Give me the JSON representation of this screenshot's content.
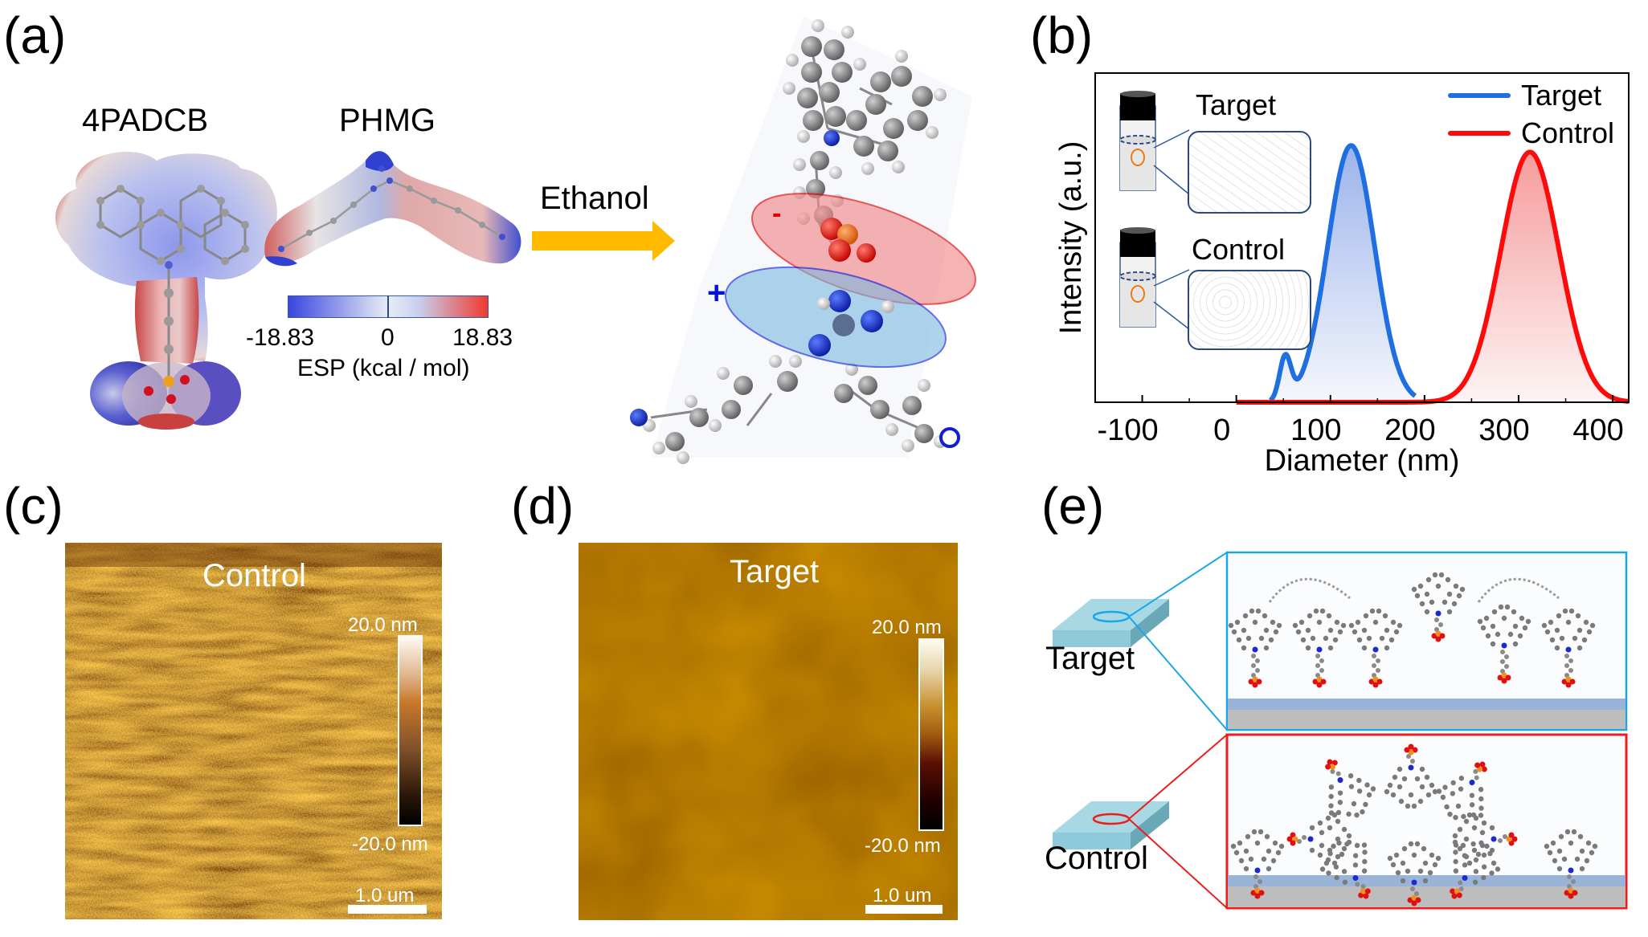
{
  "panels": {
    "a": {
      "label": "(a)",
      "molecule1": "4PADCB",
      "molecule2": "PHMG",
      "colorbar": {
        "min": "-18.83",
        "mid": "0",
        "max": "18.83",
        "title": "ESP (kcal / mol)",
        "low_color": "#3a46e0",
        "mid_color": "#e8ecf6",
        "high_color": "#f03a2e"
      },
      "arrow_label": "Ethanol",
      "arrow_color": "#ffba00",
      "neg_sign": "-",
      "pos_sign": "+",
      "neg_color": "#f4a0a0",
      "pos_color": "#9cc8e8"
    },
    "b": {
      "label": "(b)",
      "inset_target": "Target",
      "inset_control": "Control"
    },
    "c": {
      "label": "(c)",
      "title": "Control",
      "scale_max": "20.0 nm",
      "scale_min": "-20.0 nm",
      "scalebar": "1.0 um"
    },
    "d": {
      "label": "(d)",
      "title": "Target",
      "scale_max": "20.0 nm",
      "scale_min": "-20.0 nm",
      "scalebar": "1.0 um"
    },
    "e": {
      "label": "(e)",
      "target_label": "Target",
      "control_label": "Control",
      "target_color": "#1aa7e8",
      "control_color": "#ee1c1c"
    }
  },
  "chart_data": {
    "type": "line",
    "title": "",
    "xlabel": "Diameter (nm)",
    "ylabel": "Intensity (a.u.)",
    "xlim": [
      -150,
      417
    ],
    "ylim": [
      0,
      1
    ],
    "xticks": [
      -100,
      0,
      100,
      200,
      300,
      400
    ],
    "xtick_labels": [
      "-100",
      "0",
      "100",
      "200",
      "300",
      "400"
    ],
    "grid": false,
    "legend_position": "top-right",
    "series": [
      {
        "name": "Target",
        "color": "#1f6fe0",
        "peaks": [
          {
            "center": 52,
            "height": 0.13,
            "sigma": 6
          },
          {
            "center": 122,
            "height": 0.78,
            "sigma": 25
          }
        ],
        "range": [
          36,
          190
        ]
      },
      {
        "name": "Control",
        "color": "#ff0a0a",
        "peaks": [
          {
            "center": 312,
            "height": 0.76,
            "sigma": 31
          }
        ],
        "range": [
          0,
          417
        ]
      }
    ]
  }
}
